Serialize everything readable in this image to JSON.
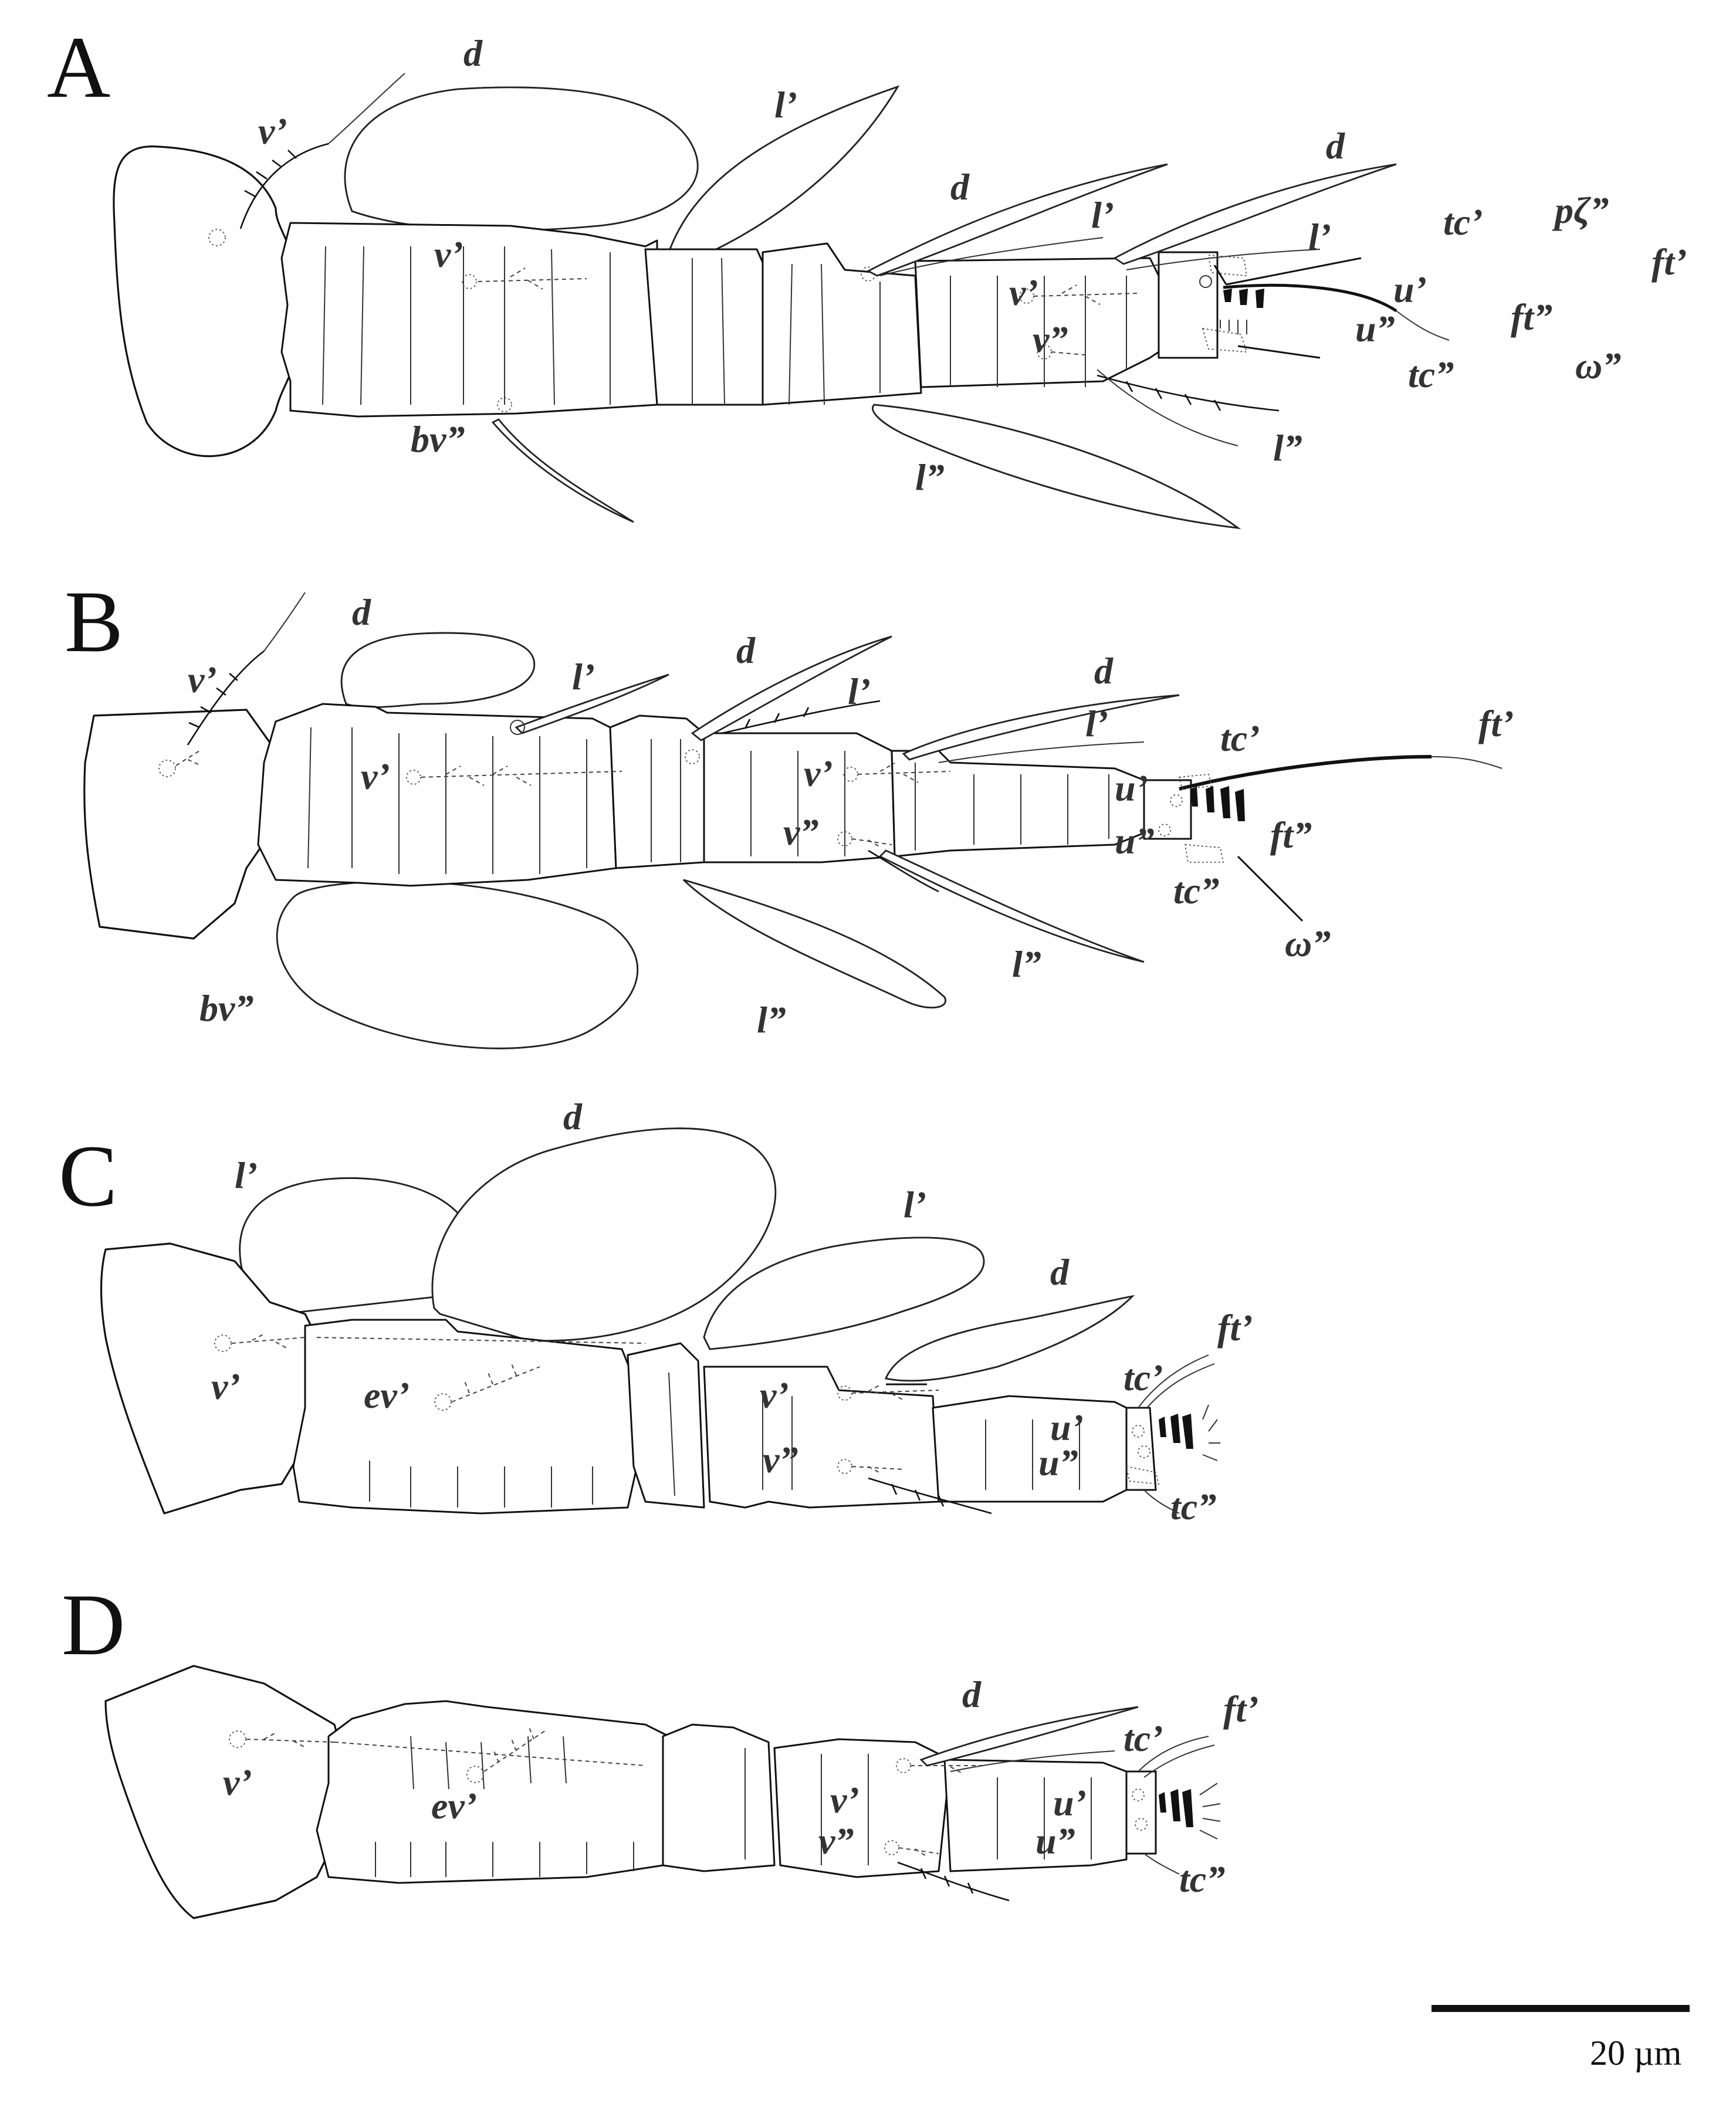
{
  "panels": [
    {
      "letter": "A",
      "labels": [
        "v’",
        "d",
        "l’",
        "d",
        "l’",
        "d",
        "l’",
        "tc’",
        "pζ”",
        "ft’",
        "v’",
        "v’",
        "u’",
        "u”",
        "ft”",
        "v”",
        "tc”",
        "ω”",
        "bv”",
        "l”",
        "l”"
      ]
    },
    {
      "letter": "B",
      "labels": [
        "v’",
        "d",
        "l’",
        "d",
        "l’",
        "d",
        "l’",
        "ft’",
        "tc’",
        "u’",
        "v’",
        "v’",
        "v”",
        "u”",
        "ft”",
        "tc”",
        "ω”",
        "bv”",
        "l”",
        "l”"
      ]
    },
    {
      "letter": "C",
      "labels": [
        "d",
        "l’",
        "l’",
        "d",
        "tc’",
        "ft’",
        "v’",
        "ev’",
        "v’",
        "u’",
        "v”",
        "u”",
        "tc”"
      ]
    },
    {
      "letter": "D",
      "labels": [
        "d",
        "tc’",
        "ft’",
        "v’",
        "ev’",
        "v’",
        "u’",
        "v”",
        "u”",
        "tc”"
      ]
    }
  ],
  "scale_bar": {
    "label": "20 µm"
  }
}
